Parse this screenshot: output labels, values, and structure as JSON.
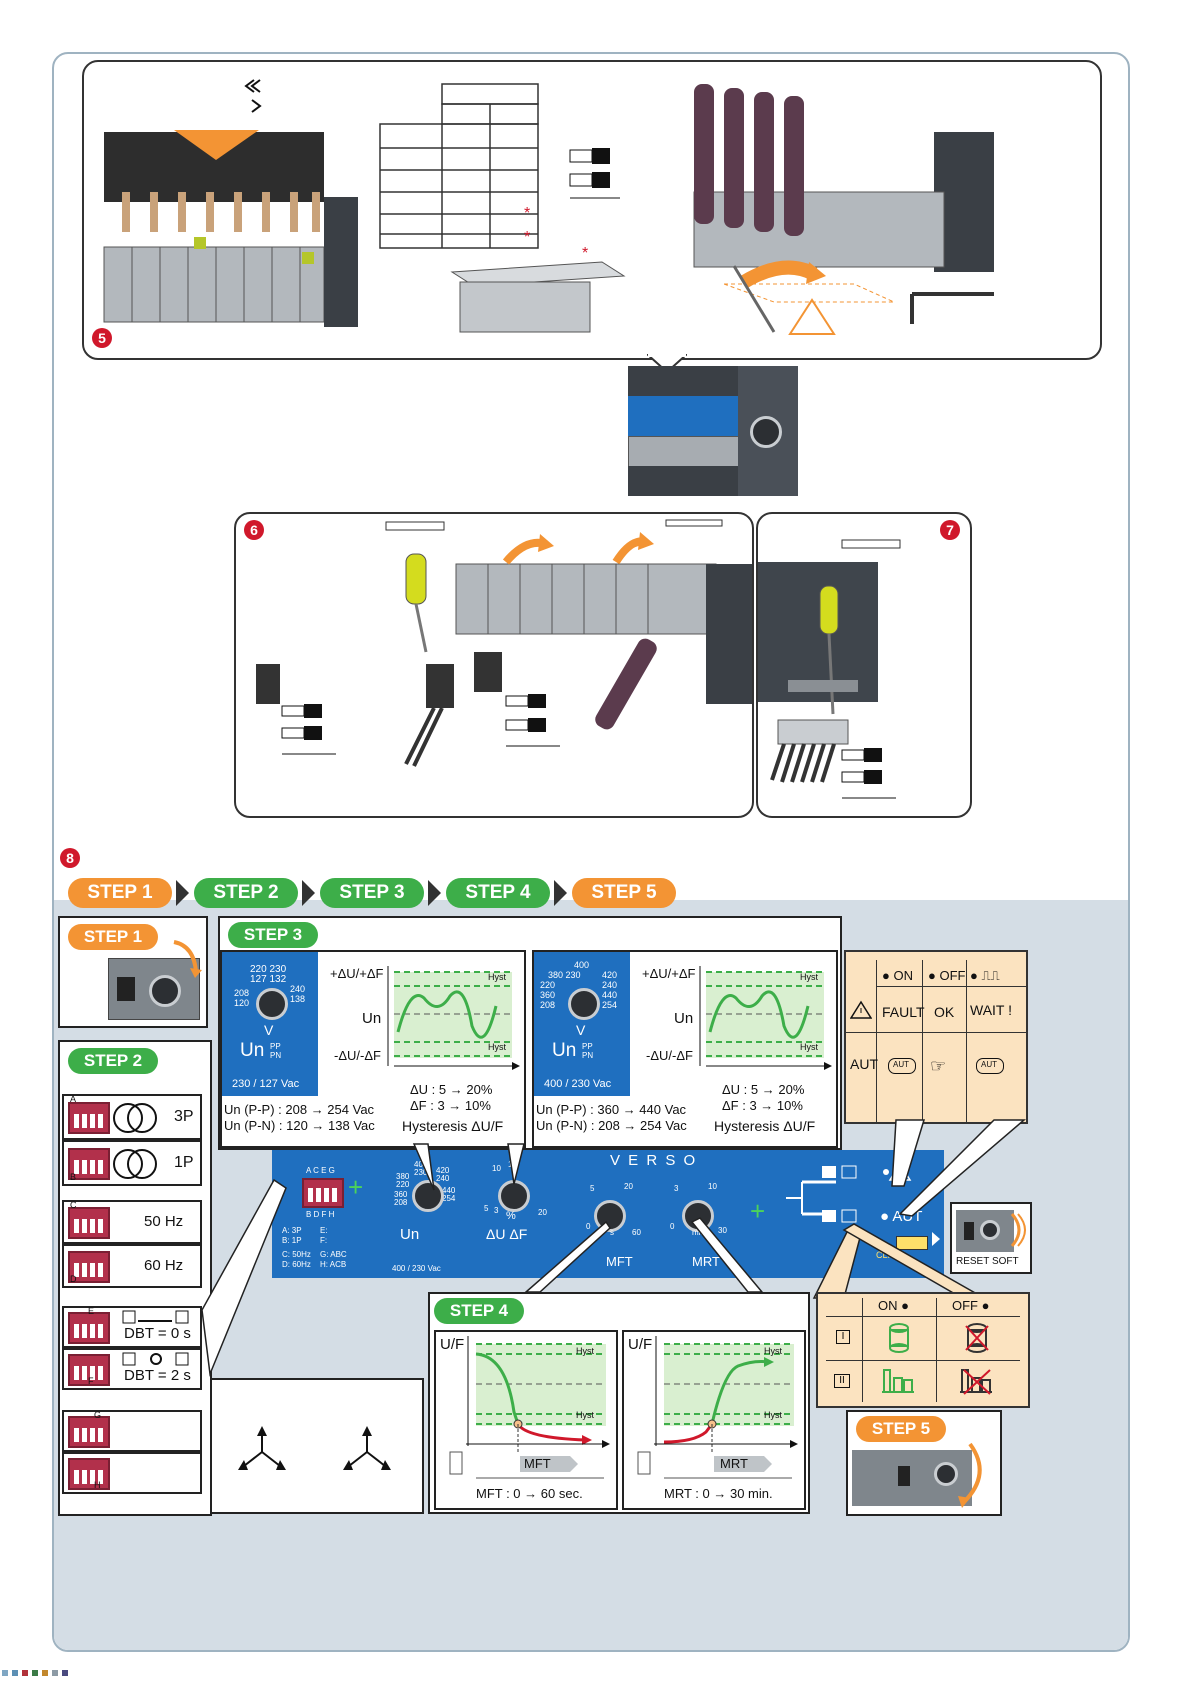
{
  "section_numbers": {
    "s5": "5",
    "s6": "6",
    "s7": "7",
    "s8": "8"
  },
  "steps_bar": [
    "STEP 1",
    "STEP 2",
    "STEP 3",
    "STEP 4",
    "STEP 5"
  ],
  "step1": {
    "title": "STEP 1"
  },
  "step2": {
    "title": "STEP 2",
    "rows": [
      {
        "letters": "A",
        "label": "3P"
      },
      {
        "letters": "B",
        "label": "1P"
      },
      {
        "letters": "C",
        "label": "50 Hz"
      },
      {
        "letters": "D",
        "label": "60 Hz"
      },
      {
        "letters": "E",
        "label": "DBT = 0 s"
      },
      {
        "letters": "F",
        "label": "DBT = 2 s"
      },
      {
        "letters": "G",
        "label": ""
      },
      {
        "letters": "H",
        "label": ""
      }
    ]
  },
  "step3": {
    "title": "STEP 3",
    "left": {
      "dial_top": "220 230",
      "dial_top2": "127 132",
      "dial_left": "208 120",
      "dial_right": "240 138",
      "unit": "V",
      "un": "Un",
      "un_sub": "PP PN",
      "range": "230 / 127 Vac",
      "line1": "Un (P-P) : 208 → 254 Vac",
      "line2": "Un (P-N) : 120 → 138 Vac"
    },
    "right": {
      "dial_top": "400",
      "dial_top2": "380 230",
      "dial_left": "220 360 208",
      "dial_right": "420 240 440 254",
      "unit": "V",
      "un": "Un",
      "un_sub": "PP PN",
      "range": "400 / 230 Vac",
      "line1": "Un (P-P) : 360 → 440 Vac",
      "line2": "Un (P-N) : 208 → 254 Vac"
    },
    "graph": {
      "upper": "+ΔU/+ΔF",
      "mid": "Un",
      "lower": "-ΔU/-ΔF",
      "hyst": "Hyst",
      "du": "ΔU : 5 → 20%",
      "df": "ΔF : 3 → 10%",
      "hysteresis": "Hysteresis ΔU/F"
    }
  },
  "verso_panel": {
    "title": "V E R S O",
    "dip_letters_top": "A C E G",
    "dip_letters_bottom": "B D F H",
    "legend": [
      "A: 3P",
      "B: 1P",
      "C: 50Hz",
      "D: 60Hz",
      "E:",
      "F:",
      "G: ABC",
      "H: ACB"
    ],
    "range": "400 / 230 Vac",
    "un_label": "Un",
    "du_label": "ΔU ΔF",
    "pct": "%",
    "mft": "MFT",
    "mrt": "MRT",
    "s_label": "s",
    "min_label": "min",
    "aut": "● AUT",
    "click": "CLICK!",
    "dial_v": [
      "400",
      "230",
      "420",
      "240",
      "380",
      "220",
      "440",
      "360",
      "254",
      "208"
    ],
    "dial_pct": [
      "10",
      "15",
      "5",
      "3",
      "20"
    ],
    "dial_mft": [
      "5",
      "20",
      "0",
      "60"
    ],
    "dial_mrt": [
      "3",
      "10",
      "0",
      "30"
    ]
  },
  "status_table": {
    "on": "● ON",
    "off": "● OFF",
    "blink": "● ⎍⎍",
    "fault": "FAULT",
    "ok": "OK",
    "wait": "WAIT !",
    "aut": "AUT",
    "aut_small": "AUT"
  },
  "reset": {
    "label": "RESET SOFT"
  },
  "step4": {
    "title": "STEP 4",
    "axis": "U/F",
    "hyst": "Hyst",
    "mft": "MFT",
    "mrt": "MRT",
    "mft_range": "MFT : 0 → 60 sec.",
    "mrt_range": "MRT : 0 → 30 min."
  },
  "onoff_table": {
    "on": "ON ●",
    "off": "OFF ●",
    "row1": "I",
    "row2": "II"
  },
  "step5": {
    "title": "STEP 5"
  },
  "colors": {
    "orange": "#f39434",
    "green": "#3dae49",
    "blue": "#1f6fbf",
    "red": "#d0182b",
    "beige": "#fbe3c0",
    "dip": "#b2304b"
  }
}
